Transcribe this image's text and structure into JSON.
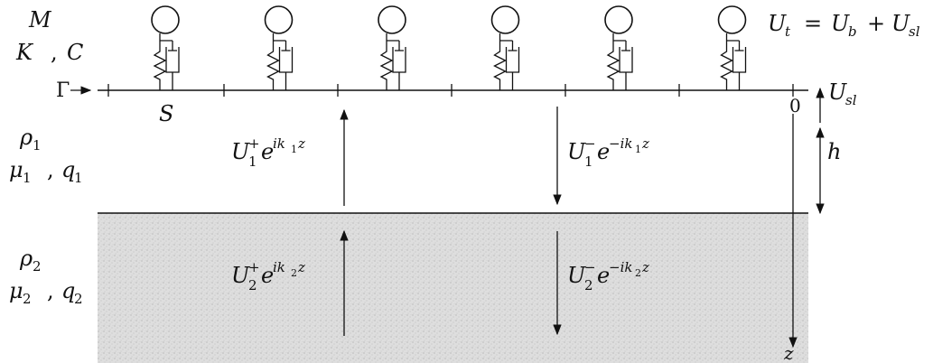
{
  "labels": {
    "M": "M",
    "K": "K",
    "comma": ",",
    "C": "C",
    "Gamma": "Γ",
    "S": "S",
    "zero": "0",
    "h": "h",
    "z": "z",
    "Ut": "U",
    "Ut_sub": "t",
    "eq": "=",
    "Ub": "U",
    "Ub_sub": "b",
    "plus": "+",
    "Usl": "U",
    "Usl_sub": "sl",
    "Usl_right": "U",
    "Usl_right_sub": "sl"
  },
  "layer1": {
    "rho": "ρ",
    "rho_sub": "1",
    "mu": "μ",
    "mu_sub": "1",
    "sep": ",",
    "q": "q",
    "q_sub": "1",
    "wave_up": {
      "U": "U",
      "sub": "1",
      "sup": "+",
      "e": "e",
      "exp": "ik",
      "exp_sub": "1",
      "exp_z": "z"
    },
    "wave_down": {
      "U": "U",
      "sub": "1",
      "sup": "−",
      "e": "e",
      "exp": "−ik",
      "exp_sub": "1",
      "exp_z": "z"
    }
  },
  "layer2": {
    "rho": "ρ",
    "rho_sub": "2",
    "mu": "μ",
    "mu_sub": "2",
    "sep": ",",
    "q": "q",
    "q_sub": "2",
    "wave_up": {
      "U": "U",
      "sub": "2",
      "sup": "+",
      "e": "e",
      "exp": "ik",
      "exp_sub": "2",
      "exp_z": "z"
    },
    "wave_down": {
      "U": "U",
      "sub": "2",
      "sup": "−",
      "e": "e",
      "exp": "−ik",
      "exp_sub": "2",
      "exp_z": "z"
    }
  },
  "oscillator_count": 6,
  "colors": {
    "ink": "#111111",
    "substrate": "#d9d9d9",
    "substrate_dots": "#b0b0b0"
  }
}
